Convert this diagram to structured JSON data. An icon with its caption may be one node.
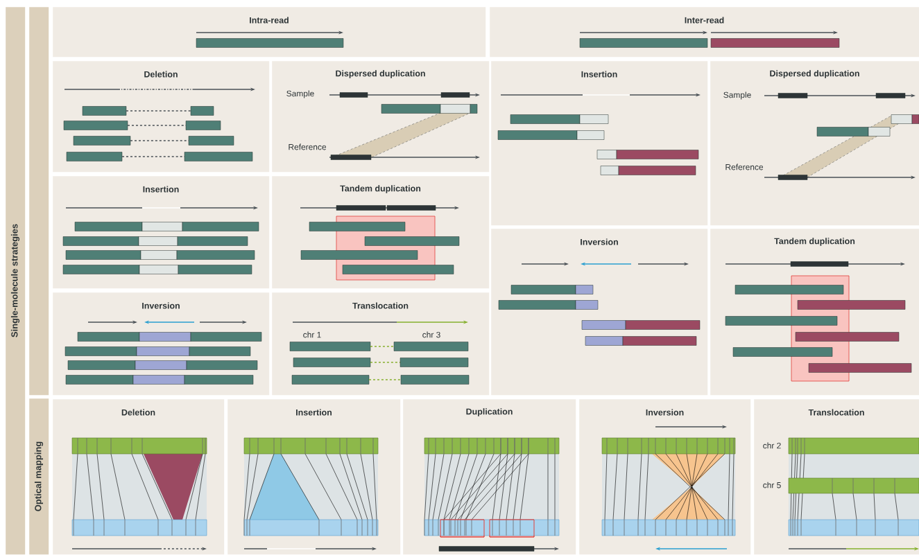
{
  "diagram": {
    "nodes": [
      {
        "text": [
          "Single-molecule strategies"
        ]
      },
      {
        "text": [],
        "shape": "bar"
      },
      {
        "text": [
          "Optical mapping"
        ]
      },
      {
        "text": [
          "Intra-read"
        ]
      },
      {
        "text": [
          "Inter-read"
        ]
      },
      {
        "text": [
          "Deletion"
        ]
      },
      {
        "text": [
          "Dispersed duplication",
          "Sample",
          "Reference"
        ]
      },
      {
        "text": [
          "Insertion"
        ]
      },
      {
        "text": [
          "Dispersed duplication",
          "Sample",
          "Reference"
        ]
      },
      {
        "text": [
          "Insertion"
        ]
      },
      {
        "text": [
          "Tandem duplication"
        ]
      },
      {
        "text": [
          "Inversion"
        ]
      },
      {
        "text": [
          "Tandem duplication"
        ]
      },
      {
        "text": [
          "Inversion"
        ]
      },
      {
        "text": [
          "Translocation",
          "chr 1",
          "chr 3"
        ]
      },
      {
        "text": [
          "Deletion"
        ]
      },
      {
        "text": [
          "Insertion"
        ]
      },
      {
        "text": [
          "Duplication"
        ]
      },
      {
        "text": [
          "Inversion"
        ]
      },
      {
        "text": [
          "Translocation",
          "chr 2",
          "chr 5"
        ]
      }
    ]
  }
}
